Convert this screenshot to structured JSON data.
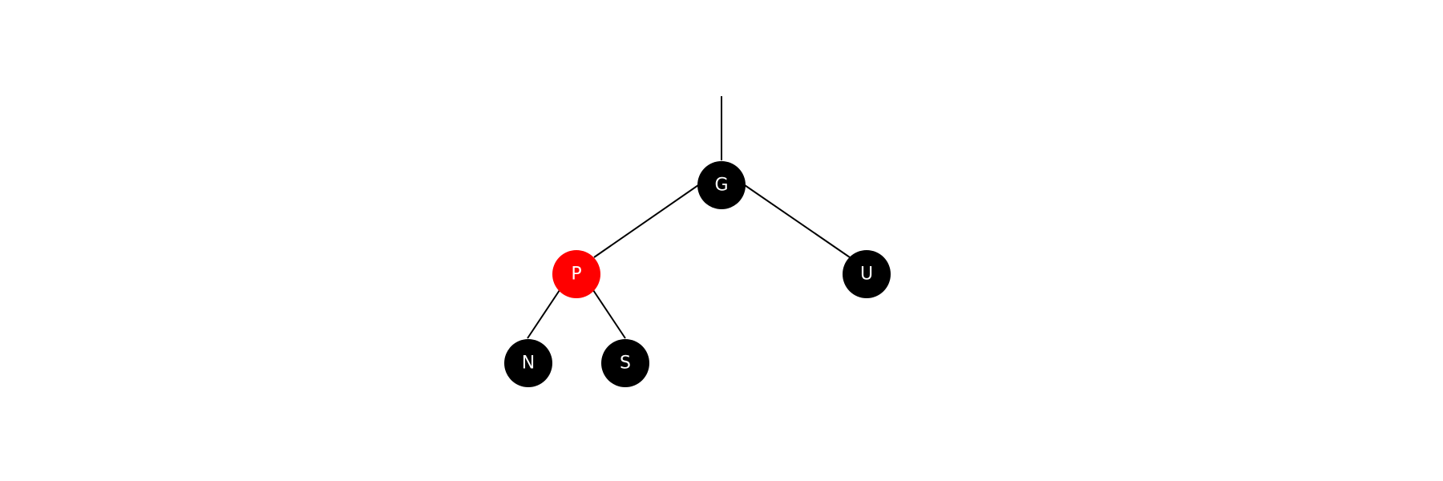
{
  "tree": {
    "nodes": [
      {
        "id": "G",
        "label": "G",
        "color": "#000000"
      },
      {
        "id": "P",
        "label": "P",
        "color": "#ff0000"
      },
      {
        "id": "U",
        "label": "U",
        "color": "#000000"
      },
      {
        "id": "N",
        "label": "N",
        "color": "#000000"
      },
      {
        "id": "S",
        "label": "S",
        "color": "#000000"
      }
    ],
    "edges": [
      {
        "from": "parent",
        "to": "G"
      },
      {
        "from": "G",
        "to": "P"
      },
      {
        "from": "G",
        "to": "U"
      },
      {
        "from": "P",
        "to": "N"
      },
      {
        "from": "P",
        "to": "S"
      }
    ]
  }
}
